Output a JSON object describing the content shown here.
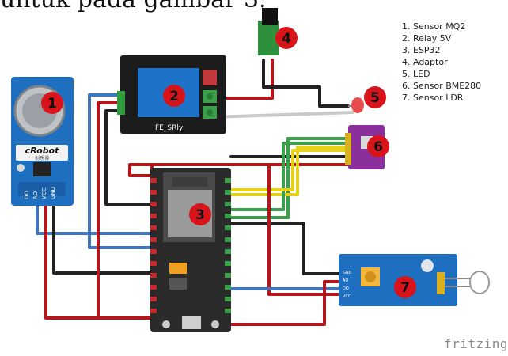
{
  "heading_fragment": "untuk pada gambar 3.",
  "legend": [
    "1. Sensor MQ2",
    "2. Relay 5V",
    "3. ESP32",
    "4. Adaptor",
    "5. LED",
    "6. Sensor BME280",
    "7. Sensor LDR"
  ],
  "badges": [
    "1",
    "2",
    "3",
    "4",
    "5",
    "6",
    "7"
  ],
  "relay_label": "FE_SRly",
  "mq2_brand": "cRobot",
  "mq2_subbrand": "创乐博",
  "mq2_pins": [
    "DO",
    "AO",
    "VCC",
    "GND"
  ],
  "ldr_pins": [
    "GND",
    "AO",
    "DO",
    "VCC"
  ],
  "watermark": "fritzing",
  "colors": {
    "badge_red": "#d8141a",
    "wire_red": "#b3161b",
    "wire_blue": "#3e76c4",
    "wire_black": "#222222",
    "wire_green": "#3aa14a",
    "wire_yellow": "#e6d21b",
    "board_blue": "#1f6fc1",
    "esp_board": "#2b2b2b",
    "bme_purple": "#8b2f9d",
    "relay_blue": "#1e73c8"
  }
}
